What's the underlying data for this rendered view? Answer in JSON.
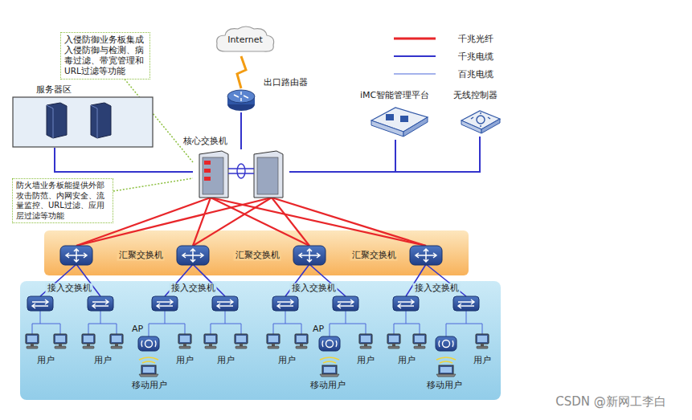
{
  "diagram": {
    "nodes": [
      {
        "text": [
          "Internet"
        ]
      },
      {
        "text": [
          "出口路由器"
        ]
      },
      {
        "text": [
          "入侵防御业务板集成入侵防御与检测、病毒过滤、带宽管理和URL过滤等功能"
        ]
      },
      {
        "text": [
          "服务器区"
        ]
      },
      {
        "text": [
          "iMC智能管理平台"
        ]
      },
      {
        "text": [
          "无线控制器"
        ]
      },
      {
        "text": [
          "核心交换机"
        ]
      },
      {
        "text": [
          "防火墙业务板能提供外部攻击防范、内网安全、流量监控、URL过滤、应用层过滤等功能"
        ]
      }
    ],
    "edges": [
      {
        "from": 0,
        "to": 1,
        "arrow": "none"
      },
      {
        "from": 1,
        "to": 6,
        "arrow": "none"
      },
      {
        "from": 3,
        "to": 6,
        "arrow": "none"
      },
      {
        "from": 6,
        "to": 4,
        "arrow": "none"
      },
      {
        "from": 6,
        "to": 5,
        "arrow": "none"
      },
      {
        "from": 2,
        "to": 6,
        "arrow": "none"
      },
      {
        "from": 7,
        "to": 6,
        "arrow": "none"
      }
    ],
    "labels": [
      "汇聚交换机",
      "汇聚交换机",
      "汇聚交换机",
      "接入交换机",
      "接入交换机",
      "接入交换机",
      "接入交换机",
      "AP",
      "AP",
      "用户",
      "用户",
      "用户",
      "用户",
      "用户",
      "用户",
      "用户",
      "用户",
      "移动用户",
      "移动用户",
      "移动用户",
      "CSDN @新网工李白"
    ],
    "legend": [
      {
        "text": "千兆光纤",
        "color": "#e8262a"
      },
      {
        "text": "千兆电缆",
        "color": "#3333cc"
      },
      {
        "text": "百兆电缆",
        "color": "#4a66d8"
      }
    ]
  }
}
